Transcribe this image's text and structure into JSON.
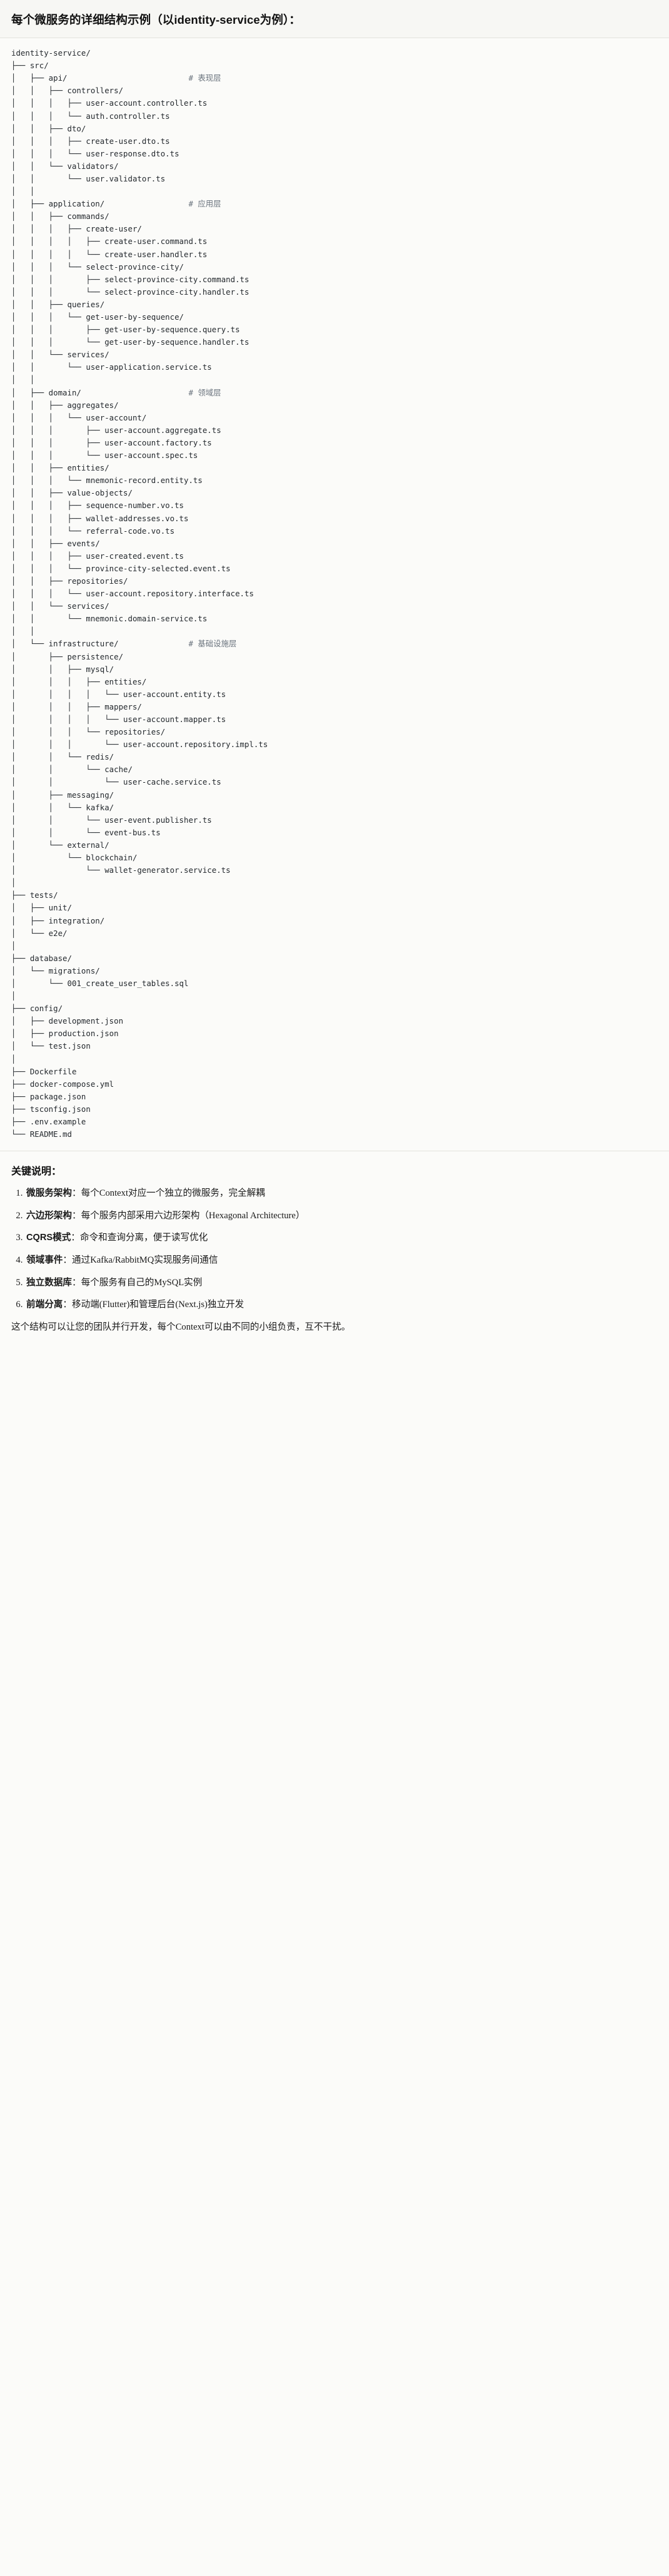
{
  "header": {
    "title": "每个微服务的详细结构示例（以identity-service为例）："
  },
  "tree": {
    "root": "identity-service/",
    "text": "identity-service/\n├── src/\n│   ├── api/                          # 表现层\n│   │   ├── controllers/\n│   │   │   ├── user-account.controller.ts\n│   │   │   └── auth.controller.ts\n│   │   ├── dto/\n│   │   │   ├── create-user.dto.ts\n│   │   │   └── user-response.dto.ts\n│   │   └── validators/\n│   │       └── user.validator.ts\n│   │\n│   ├── application/                  # 应用层\n│   │   ├── commands/\n│   │   │   ├── create-user/\n│   │   │   │   ├── create-user.command.ts\n│   │   │   │   └── create-user.handler.ts\n│   │   │   └── select-province-city/\n│   │   │       ├── select-province-city.command.ts\n│   │   │       └── select-province-city.handler.ts\n│   │   ├── queries/\n│   │   │   └── get-user-by-sequence/\n│   │   │       ├── get-user-by-sequence.query.ts\n│   │   │       └── get-user-by-sequence.handler.ts\n│   │   └── services/\n│   │       └── user-application.service.ts\n│   │\n│   ├── domain/                       # 领域层\n│   │   ├── aggregates/\n│   │   │   └── user-account/\n│   │   │       ├── user-account.aggregate.ts\n│   │   │       ├── user-account.factory.ts\n│   │   │       └── user-account.spec.ts\n│   │   ├── entities/\n│   │   │   └── mnemonic-record.entity.ts\n│   │   ├── value-objects/\n│   │   │   ├── sequence-number.vo.ts\n│   │   │   ├── wallet-addresses.vo.ts\n│   │   │   └── referral-code.vo.ts\n│   │   ├── events/\n│   │   │   ├── user-created.event.ts\n│   │   │   └── province-city-selected.event.ts\n│   │   ├── repositories/\n│   │   │   └── user-account.repository.interface.ts\n│   │   └── services/\n│   │       └── mnemonic.domain-service.ts\n│   │\n│   └── infrastructure/               # 基础设施层\n│       ├── persistence/\n│       │   ├── mysql/\n│       │   │   ├── entities/\n│       │   │   │   └── user-account.entity.ts\n│       │   │   ├── mappers/\n│       │   │   │   └── user-account.mapper.ts\n│       │   │   └── repositories/\n│       │   │       └── user-account.repository.impl.ts\n│       │   └── redis/\n│       │       └── cache/\n│       │           └── user-cache.service.ts\n│       ├── messaging/\n│       │   └── kafka/\n│       │       └── user-event.publisher.ts\n│       │       └── event-bus.ts\n│       └── external/\n│           └── blockchain/\n│               └── wallet-generator.service.ts\n│\n├── tests/\n│   ├── unit/\n│   ├── integration/\n│   └── e2e/\n│\n├── database/\n│   └── migrations/\n│       └── 001_create_user_tables.sql\n│\n├── config/\n│   ├── development.json\n│   ├── production.json\n│   └── test.json\n│\n├── Dockerfile\n├── docker-compose.yml\n├── package.json\n├── tsconfig.json\n├── .env.example\n└── README.md",
    "layer_comments": [
      {
        "marker": "#",
        "label": "表现层"
      },
      {
        "marker": "#",
        "label": "应用层"
      },
      {
        "marker": "#",
        "label": "领域层"
      },
      {
        "marker": "#",
        "label": "基础设施层"
      }
    ]
  },
  "notes": {
    "heading": "关键说明：",
    "items": [
      {
        "term": "微服务架构",
        "sep": "：",
        "desc": "每个Context对应一个独立的微服务，完全解耦"
      },
      {
        "term": "六边形架构",
        "sep": "：",
        "desc": "每个服务内部采用六边形架构（Hexagonal Architecture）"
      },
      {
        "term": "CQRS模式",
        "sep": "：",
        "desc": "命令和查询分离，便于读写优化"
      },
      {
        "term": "领域事件",
        "sep": "：",
        "desc": "通过Kafka/RabbitMQ实现服务间通信"
      },
      {
        "term": "独立数据库",
        "sep": "：",
        "desc": "每个服务有自己的MySQL实例"
      },
      {
        "term": "前端分离",
        "sep": "：",
        "desc": "移动端(Flutter)和管理后台(Next.js)独立开发"
      }
    ],
    "closing": "这个结构可以让您的团队并行开发，每个Context可以由不同的小组负责，互不干扰。"
  },
  "colors": {
    "page_bg": "#fbfbf9",
    "header_bg": "#f7f7f4",
    "border": "#e2e2dd",
    "code_text": "#24292e",
    "comment_text": "#6a737d"
  }
}
